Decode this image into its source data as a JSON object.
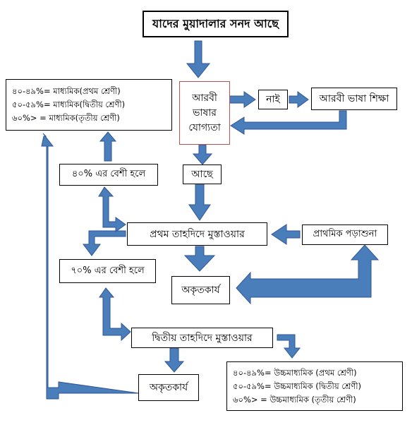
{
  "nodes": {
    "title": "যাদের মুয়াদালার সনদ আছে",
    "arabic_ability": [
      "আরবী",
      "ভাষার",
      "যোগ্যতা"
    ],
    "no": "নাই",
    "arabic_learning": "আরবী ভাষা শিক্ষা",
    "yes": "আছে",
    "above_40": "৪০% এর বেশী হলে",
    "first_tahdid": "প্রথম তাহদিদে মুস্তাওয়ার",
    "primary_study": "প্রাথমিক পড়াশুনা",
    "above_70": "৭০% এর বেশী হলে",
    "failed_1": "অকৃতকার্য",
    "second_tahdid": "দ্বিতীয় তাহদিদে মুস্তাওয়ার",
    "failed_2": "অকৃতকার্য"
  },
  "grading_secondary": [
    "৪০-৪৯%= মাধ্যমিক(প্রথম শ্রেণী)",
    "৫০-৫৯%= মাধ্যমিক(দ্বিতীয় শ্রেণী)",
    "৬০%> = মাধ্যমিক(তৃতীয় শ্রেণী)"
  ],
  "grading_higher_secondary": [
    "৪০-৪৯%= উচ্চমাধ্যমিক (প্রথম শ্রেণী)",
    "৫০-৫৯%= উচ্চমাধ্যমিক (দ্বিতীয় শ্রেণী)",
    "৬০%> = উচ্চমাধ্যমিক (তৃতীয় শ্রেণী)"
  ],
  "colors": {
    "arrow_fill": "#4a7ebb",
    "arrow_stroke": "#2f5597",
    "highlight_border": "#c0504d"
  }
}
